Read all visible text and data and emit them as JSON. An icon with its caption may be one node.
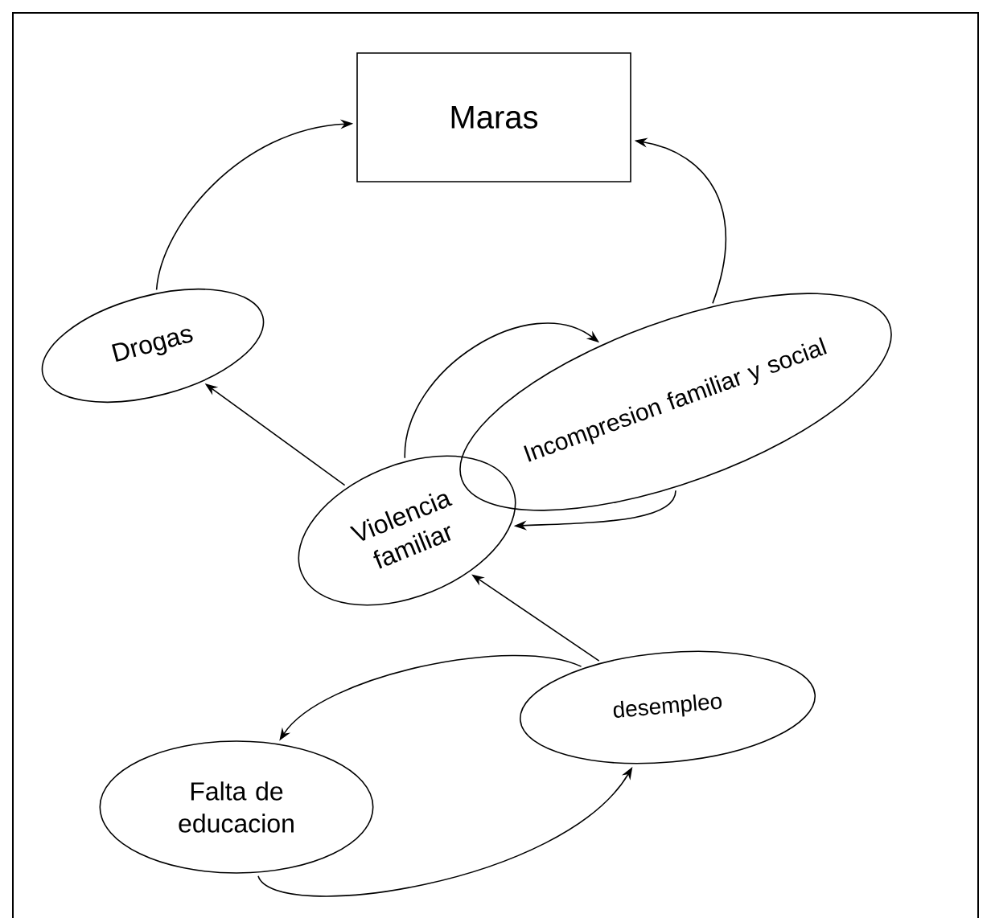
{
  "diagram": {
    "nodes": [
      {
        "text": [
          "Maras"
        ]
      },
      {
        "text": [
          "Drogas"
        ]
      },
      {
        "text": [
          "Incompresion familiar y social"
        ]
      },
      {
        "text": [
          "Violencia familiar"
        ]
      },
      {
        "text": [
          "Falta de educacion"
        ]
      },
      {
        "text": [
          "desempleo"
        ]
      }
    ],
    "edges": [
      {
        "from": 1,
        "to": 0,
        "arrow": "to"
      },
      {
        "from": 2,
        "to": 0,
        "arrow": "to"
      },
      {
        "from": 3,
        "to": 2,
        "arrow": "to"
      },
      {
        "from": 2,
        "to": 3,
        "arrow": "to"
      },
      {
        "from": 3,
        "to": 1,
        "arrow": "to"
      },
      {
        "from": 5,
        "to": 3,
        "arrow": "to"
      },
      {
        "from": 5,
        "to": 4,
        "arrow": "to"
      },
      {
        "from": 4,
        "to": 5,
        "arrow": "to"
      }
    ]
  }
}
